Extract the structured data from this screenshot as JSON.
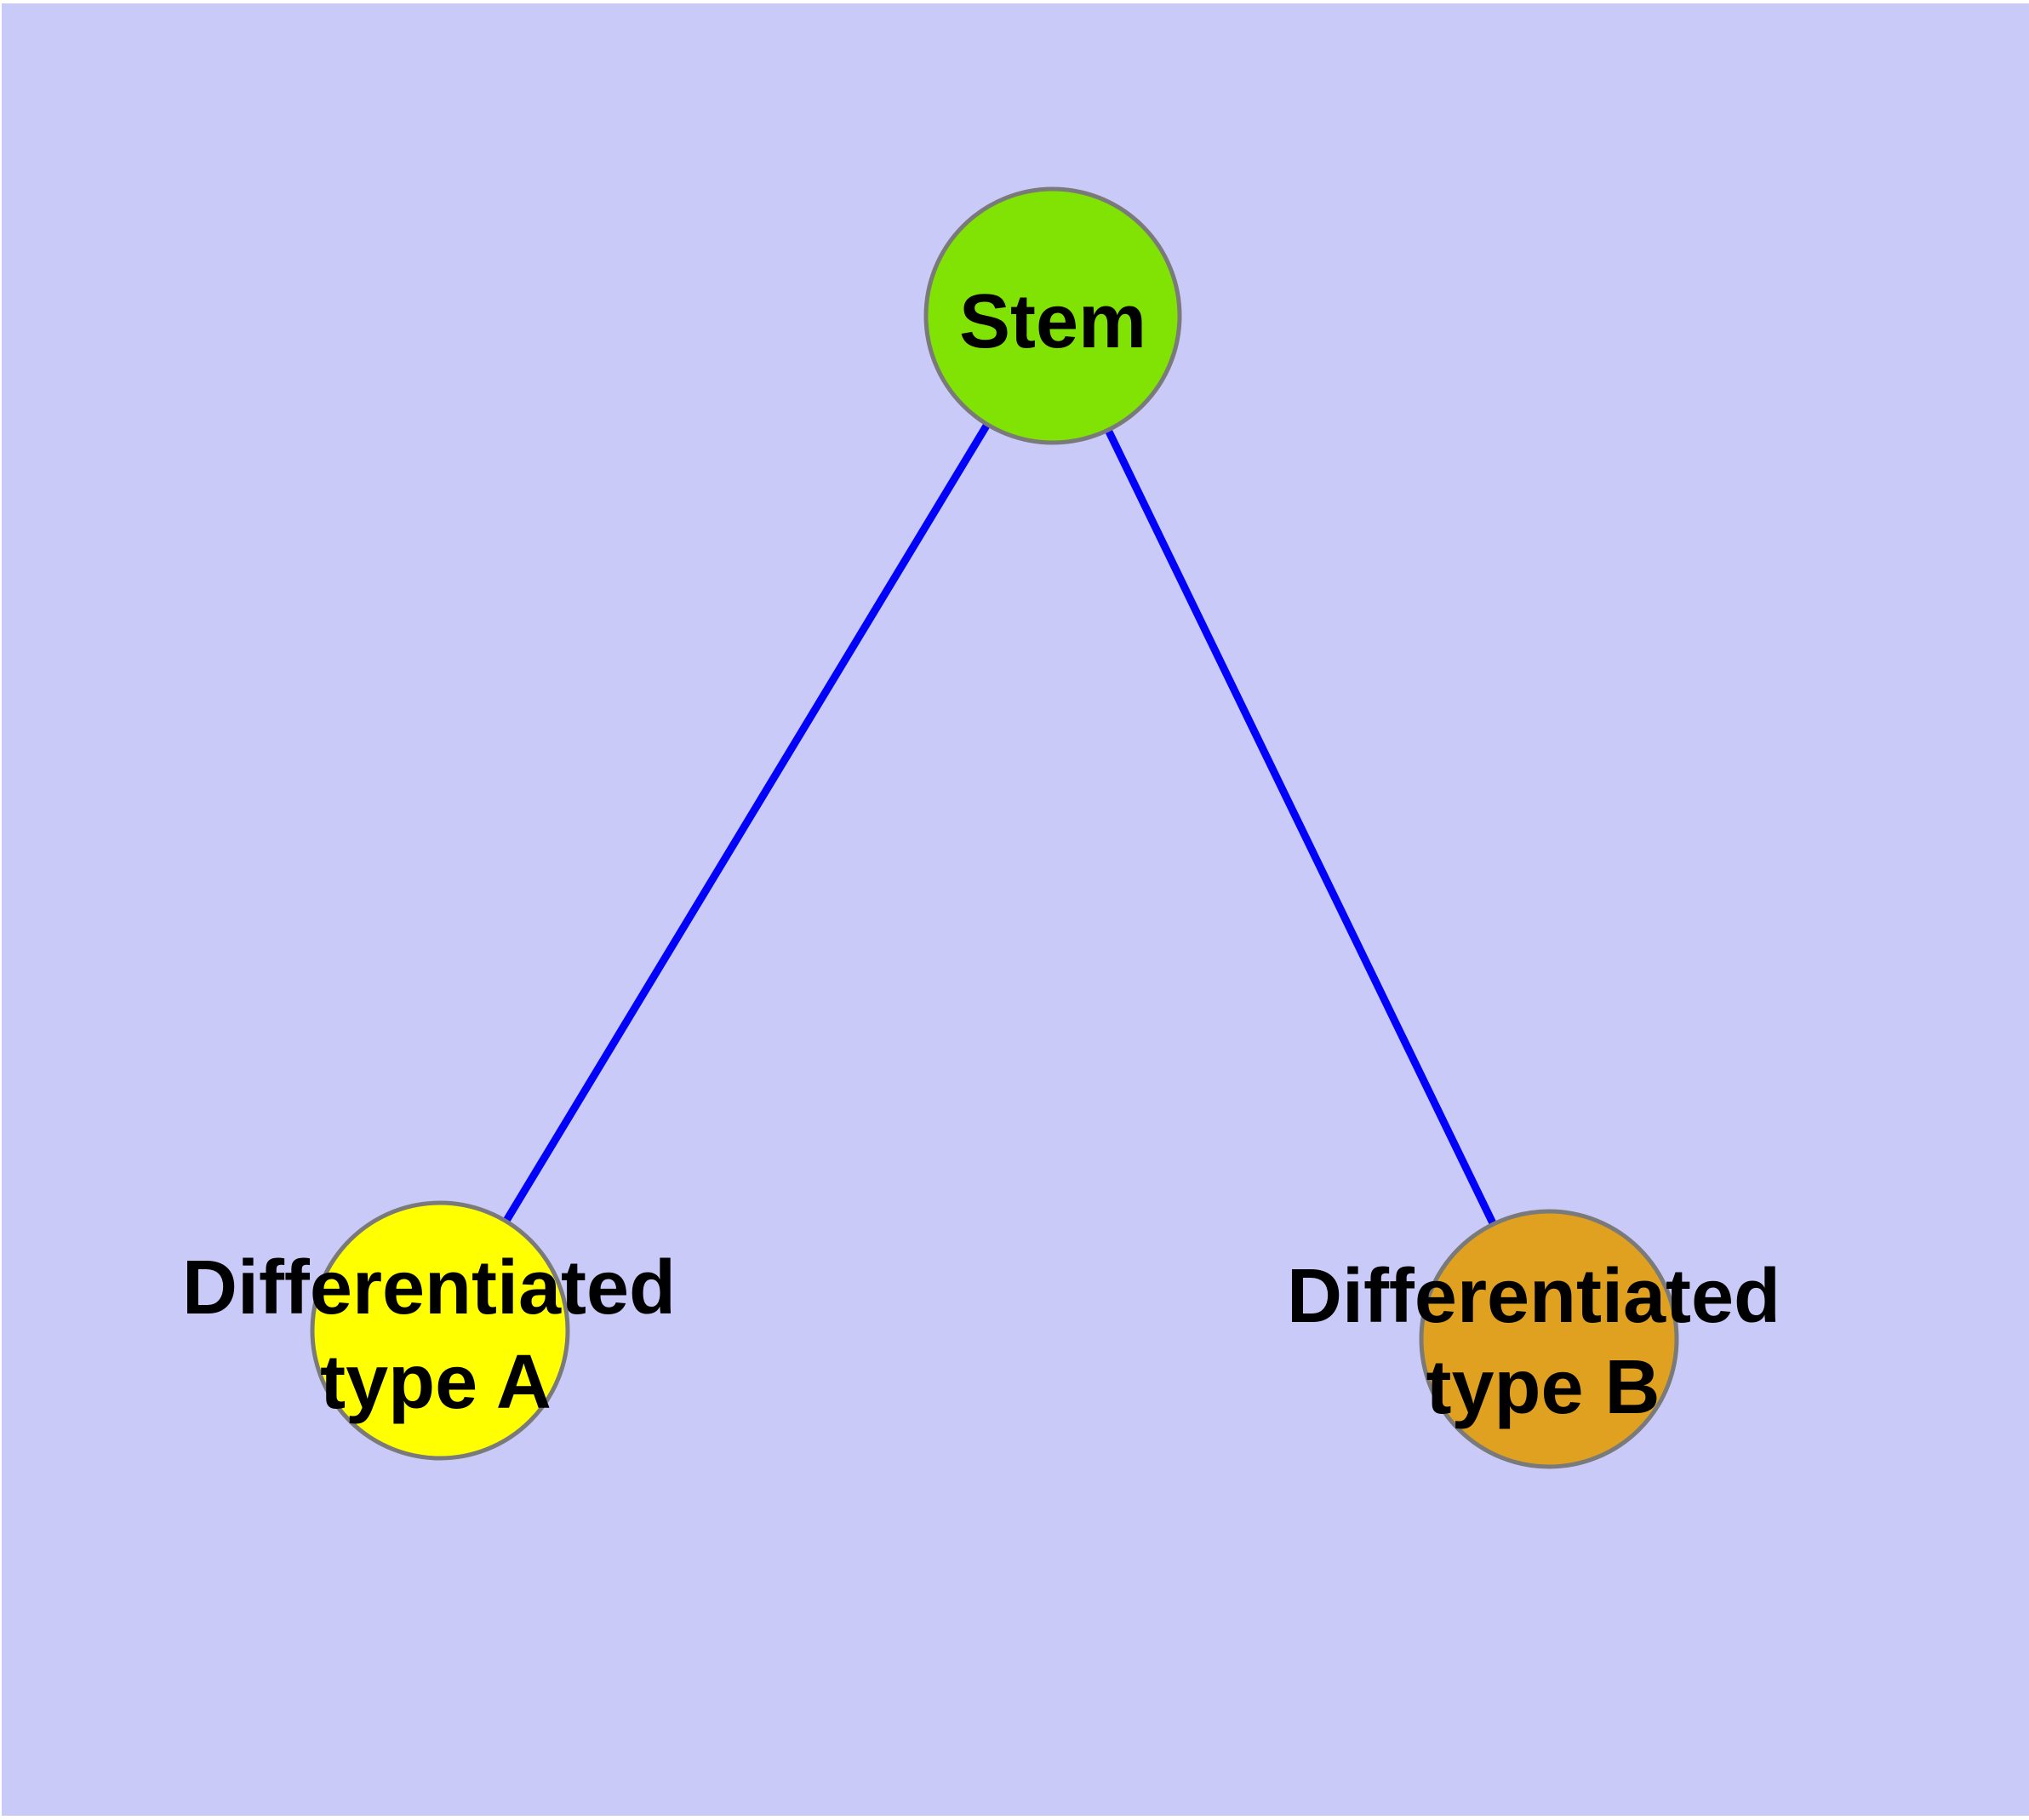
{
  "figure": {
    "type": "node-link-diagram",
    "title": "",
    "background_color": "#cacaf8",
    "margin_color": "#ffffff"
  },
  "styles": {
    "node_border_color": "#7a7a7a",
    "label_color": "#000000",
    "edge_color": "#0202fa"
  },
  "nodes": {
    "stem": {
      "label": "Stem",
      "fill": "#81e303"
    },
    "type_a": {
      "label_line1": "Differentiated",
      "label_line2": "type A",
      "fill": "#ffff00"
    },
    "type_b": {
      "label_line1": "Differentiated",
      "label_line2": "type B",
      "fill": "#dfa11f"
    }
  },
  "edges": {
    "color": "#0202fa",
    "list": [
      {
        "from": "Stem",
        "to": "Differentiated type A"
      },
      {
        "from": "Stem",
        "to": "Differentiated type B"
      }
    ]
  }
}
